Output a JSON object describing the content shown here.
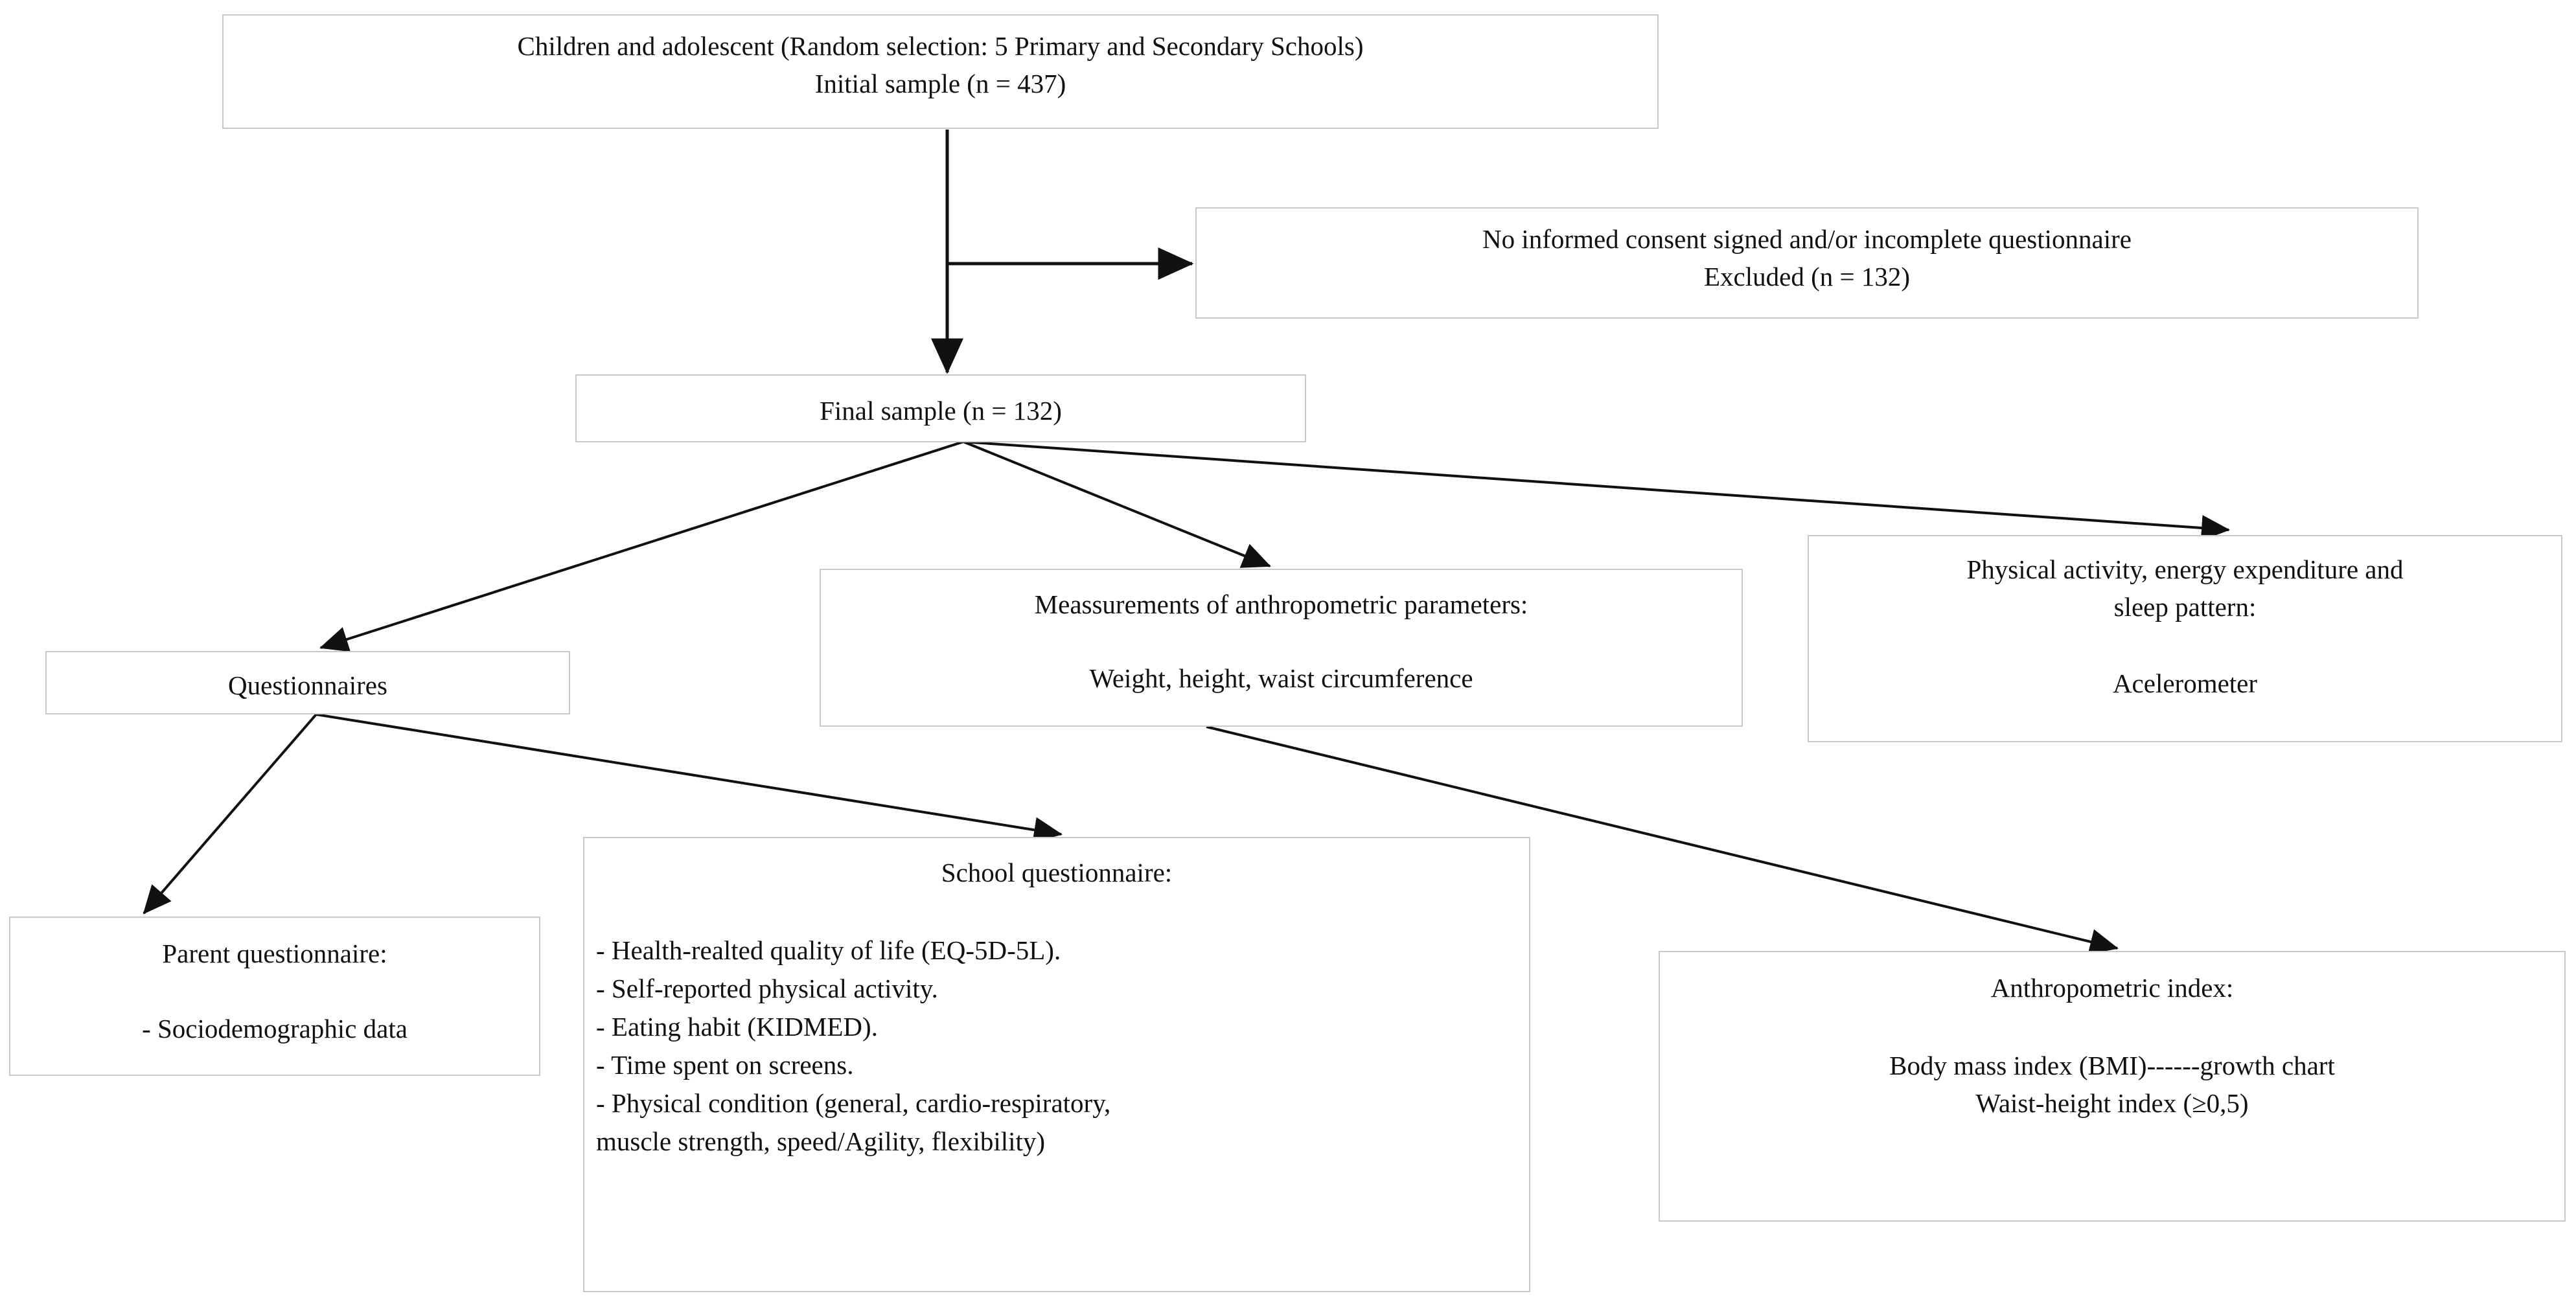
{
  "diagram": {
    "title": "Study flow diagram",
    "accent_color": "#c9c9c9",
    "text_color": "#111111",
    "background": "#ffffff"
  },
  "nodes": {
    "initial_sample": {
      "line1": "Children and adolescent (Random selection: 5 Primary and Secondary Schools)",
      "line2": "Initial sample (n = 437)"
    },
    "excluded": {
      "line1": "No informed consent signed and/or incomplete questionnaire",
      "line2": "Excluded (n = 132)"
    },
    "final_sample": {
      "line1": "Final sample (n = 132)"
    },
    "questionnaires": {
      "line1": "Questionnaires"
    },
    "anthropometric_measurements": {
      "line1": "Meassurements of anthropometric parameters:",
      "line2": "Weight, height, waist circumference"
    },
    "physical_activity": {
      "line1": "Physical activity, energy expenditure and",
      "line2": "sleep pattern:",
      "line3": "Acelerometer"
    },
    "parent_questionnaire": {
      "line1": "Parent questionnaire:",
      "line2": "- Sociodemographic data"
    },
    "school_questionnaire": {
      "line1": "School questionnaire:",
      "bullets": "- Health-realted quality of life (EQ-5D-5L).\n- Self-reported physical activity.\n- Eating habit (KIDMED).\n- Time spent on screens.\n- Physical condition (general, cardio-respiratory,\nmuscle strength, speed/Agility, flexibility)"
    },
    "anthropometric_index": {
      "line1": "Anthropometric index:",
      "line2": "Body mass index (BMI)------growth chart",
      "line3": "Waist-height index (≥0,5)"
    }
  }
}
